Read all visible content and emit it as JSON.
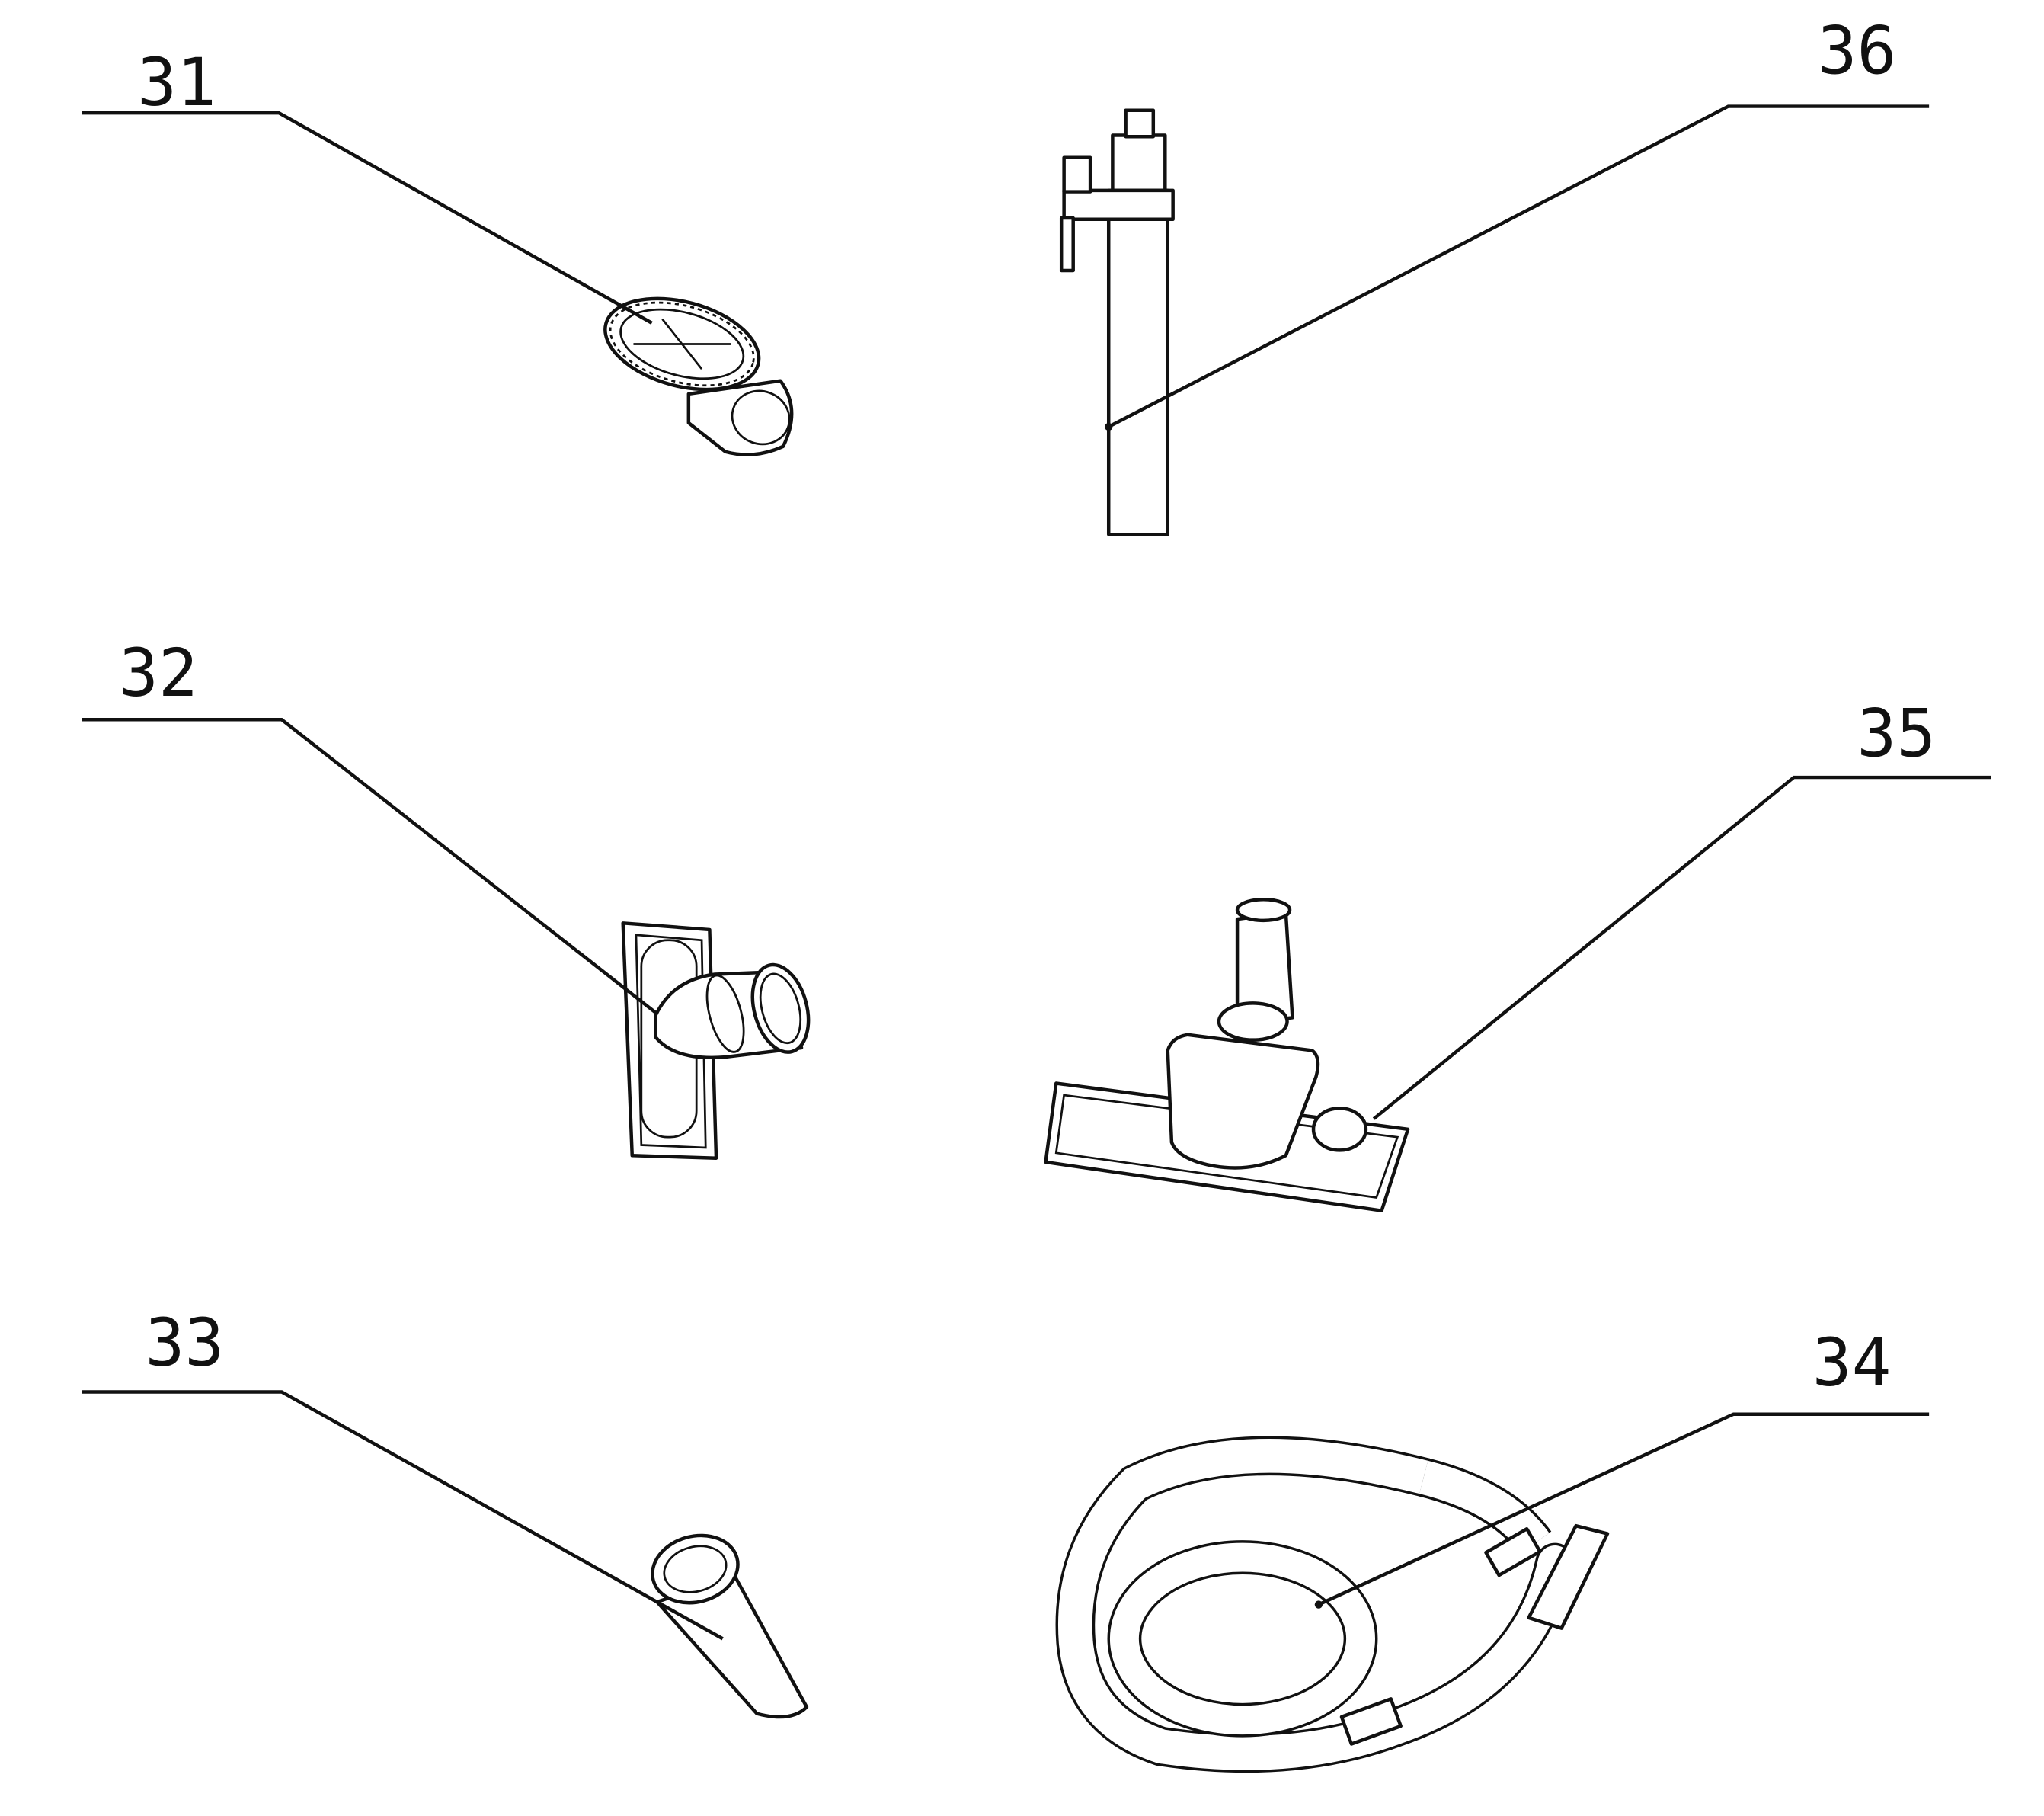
{
  "callouts": [
    {
      "id": "31",
      "label": "31"
    },
    {
      "id": "36",
      "label": "36"
    },
    {
      "id": "32",
      "label": "32"
    },
    {
      "id": "35",
      "label": "35"
    },
    {
      "id": "33",
      "label": "33"
    },
    {
      "id": "34",
      "label": "34"
    }
  ],
  "colors": {
    "ink": "#111111",
    "background": "#ffffff"
  }
}
